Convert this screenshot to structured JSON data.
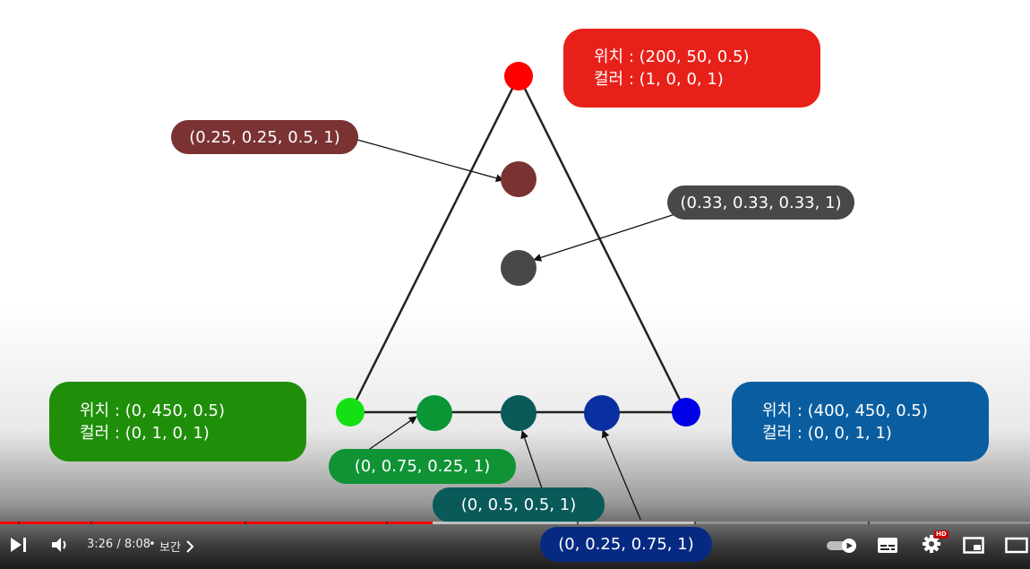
{
  "diagram": {
    "top_box": {
      "line1": "위치 : (200, 50, 0.5)",
      "line2": "컬러 : (1, 0, 0, 1)",
      "color": "#e8201a"
    },
    "left_box": {
      "line1": "위치 : (0, 450, 0.5)",
      "line2": "컬러 : (0, 1, 0, 1)",
      "color": "#1f8f0a"
    },
    "right_box": {
      "line1": "위치 : (400, 450, 0.5)",
      "line2": "컬러 : (0, 0, 1, 1)",
      "color": "#0a5ea0"
    },
    "labels": {
      "mid_left": {
        "text": "(0.25, 0.25, 0.5, 1)",
        "color": "#7a3232"
      },
      "center": {
        "text": "(0.33, 0.33, 0.33, 1)",
        "color": "#484848"
      },
      "bottom_a": {
        "text": "(0, 0.75, 0.25, 1)",
        "color": "#0f9335"
      },
      "bottom_b": {
        "text": "(0, 0.5, 0.5, 1)",
        "color": "#0a5a5a"
      },
      "bottom_c": {
        "text": "(0, 0.25, 0.75, 1)",
        "color": "#062a82"
      }
    },
    "vertex_colors": {
      "top": "#ff0000",
      "mid_left": "#7a3232",
      "center": "#484848",
      "bottom_left": "#14e014",
      "bottom_a": "#0a9635",
      "bottom_b": "#0a5a5a",
      "bottom_c": "#0a2fa0",
      "bottom_right": "#0000e6"
    }
  },
  "player": {
    "time": "3:26 / 8:08",
    "separator": "•",
    "chapter": "보간",
    "progress_played_fraction": 0.42,
    "progress_buffered_fraction": 0.675,
    "hd_badge": "HD",
    "accent": "#ff0000"
  }
}
